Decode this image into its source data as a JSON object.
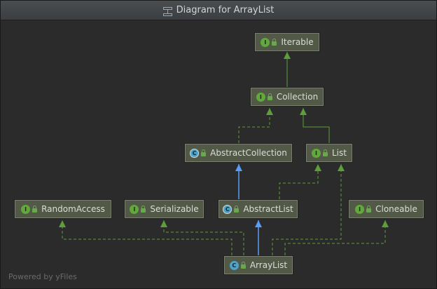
{
  "window": {
    "title": "Diagram for ArrayList",
    "title_icon": "diagram-icon"
  },
  "nodes": {
    "iterable": {
      "label": "Iterable",
      "kind": "interface"
    },
    "collection": {
      "label": "Collection",
      "kind": "interface"
    },
    "abstract_collection": {
      "label": "AbstractCollection",
      "kind": "abstract-class"
    },
    "list": {
      "label": "List",
      "kind": "interface"
    },
    "random_access": {
      "label": "RandomAccess",
      "kind": "interface"
    },
    "serializable": {
      "label": "Serializable",
      "kind": "interface"
    },
    "abstract_list": {
      "label": "AbstractList",
      "kind": "abstract-class"
    },
    "cloneable": {
      "label": "Cloneable",
      "kind": "interface"
    },
    "array_list": {
      "label": "ArrayList",
      "kind": "class"
    }
  },
  "badges": {
    "interface": "I",
    "class": "C"
  },
  "colors": {
    "extends_edge": "#589df6",
    "implements_edge": "#5c9e3a",
    "node_bg": "#525946"
  },
  "footer": {
    "powered_by": "Powered by yFiles"
  }
}
